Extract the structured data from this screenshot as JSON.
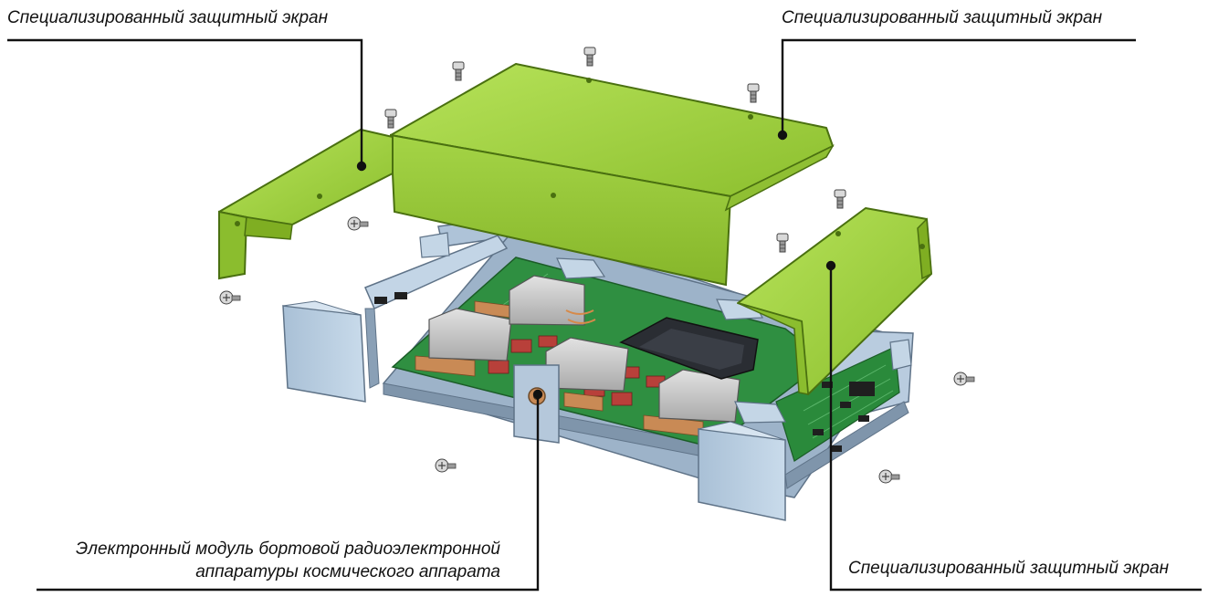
{
  "callouts": {
    "top_left": "Специализированный защитный экран",
    "top_right": "Специализированный защитный экран",
    "bottom_right": "Специализированный защитный экран",
    "bottom_left_line1": "Электронный модуль бортовой радиоэлектронной",
    "bottom_left_line2": "аппаратуры космического аппарата"
  },
  "colors": {
    "shield": "#a6d64a",
    "shield_dark": "#7fae22",
    "shield_edge": "#4a7010",
    "enclosure": "#b8cde0",
    "enclosure_dark": "#8ea7bf",
    "pcb": "#2e8a3e",
    "component_gray": "#cfcfcf",
    "chip": "#2a2d33",
    "leader": "#111111"
  },
  "icons": [
    "screw-icon"
  ]
}
